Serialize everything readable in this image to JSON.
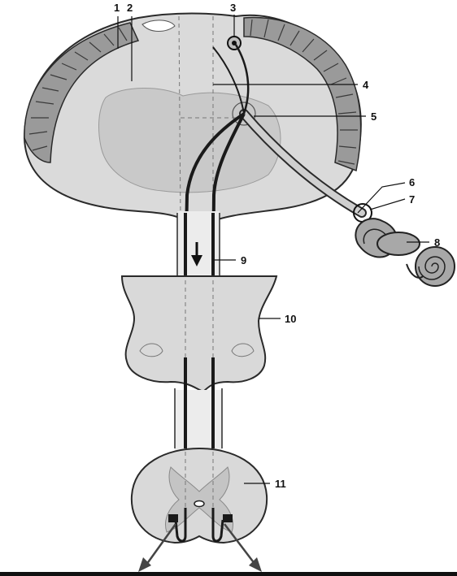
{
  "labels": {
    "l1": "1",
    "l2": "2",
    "l3": "3",
    "l4": "4",
    "l5": "5",
    "l6": "6",
    "l7": "7",
    "l8": "8",
    "l9": "9",
    "l10": "10",
    "l11": "11"
  },
  "colors": {
    "tissue": "#d9d9d9",
    "tissue_dark": "#c8c8c8",
    "outline": "#2a2a2a",
    "tract": "#1a1a1a",
    "nerve_fill": "#cfcfcf"
  }
}
